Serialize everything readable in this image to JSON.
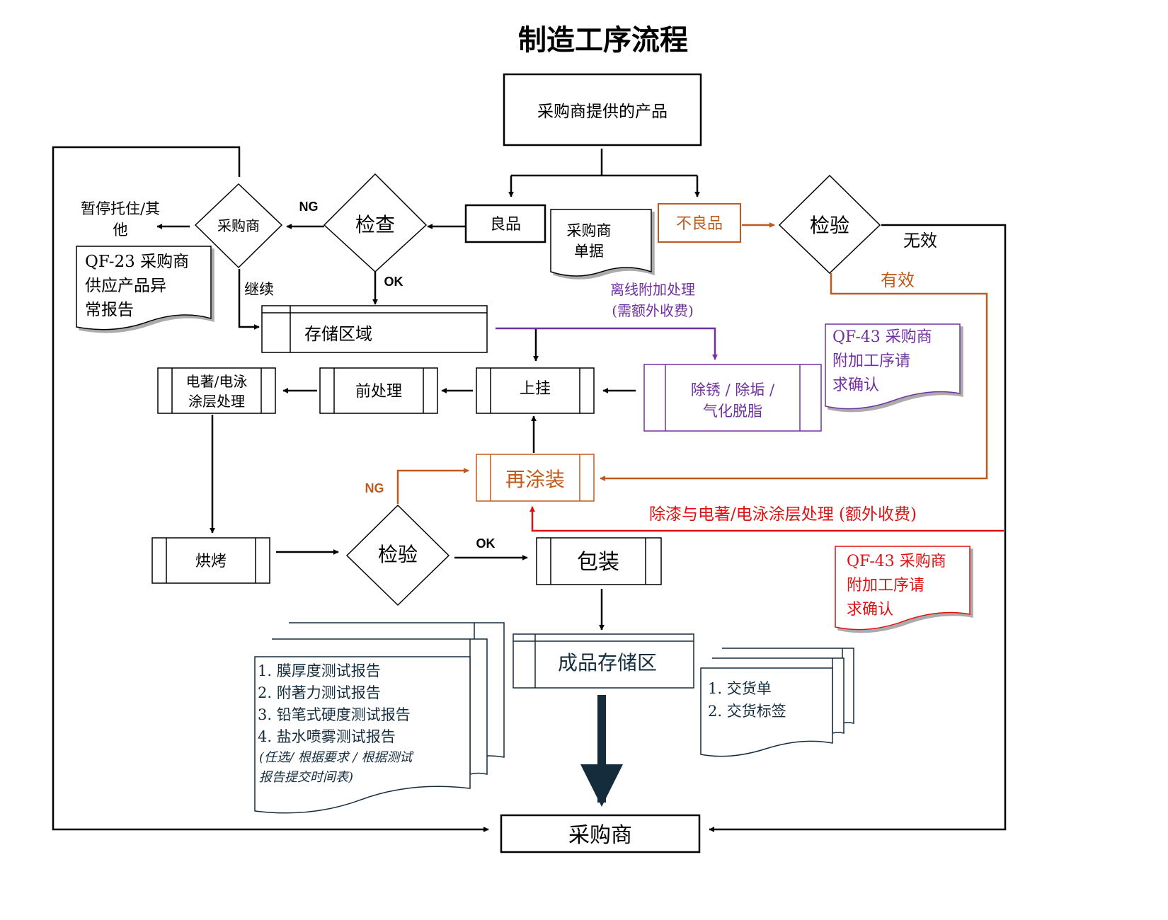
{
  "title": "制造工序流程",
  "colors": {
    "black": "#000000",
    "orange": "#c05a1c",
    "purple": "#7030a0",
    "red": "#e01010",
    "navy": "#152c3c"
  },
  "nodes": {
    "buyer_product": "采购商提供的产品",
    "good": "良品",
    "buyer_doc_1": "采购商",
    "buyer_doc_2": "单据",
    "defective": "不良品",
    "inspect_top": "检验",
    "invalid": "无效",
    "valid": "有效",
    "check": "检查",
    "buyer_decision": "采购商",
    "suspend_1": "暂停托住/其",
    "suspend_2": "他",
    "continue": "继续",
    "storage": "存储区域",
    "hang": "上挂",
    "pretreat": "前处理",
    "ed_coating_1": "电著/电泳",
    "ed_coating_2": "涂层处理",
    "derust_1": "除锈 / 除垢 /",
    "derust_2": "气化脱脂",
    "recoat": "再涂装",
    "bake": "烘烤",
    "inspect_bottom": "检验",
    "pack": "包装",
    "finished_storage": "成品存储区",
    "buyer_final": "采购商"
  },
  "labels": {
    "ng_top": "NG",
    "ok_top": "OK",
    "ng_bottom": "NG",
    "ok_bottom": "OK",
    "offline_1": "离线附加处理",
    "offline_2": "(需额外收费)",
    "paint_removal": "除漆与电著/电泳涂层处理 (额外收费)"
  },
  "documents": {
    "qf23": [
      "QF-23 采购商",
      "供应产品异",
      "常报告"
    ],
    "qf43_purple": [
      "QF-43 采购商",
      "附加工序请",
      "求确认"
    ],
    "qf43_red": [
      "QF-43 采购商",
      "附加工序请",
      "求确认"
    ],
    "reports": [
      "1.  膜厚度测试报告",
      "2.  附著力测试报告",
      "3.  铅笔式硬度测试报告",
      "4.  盐水喷雾测试报告"
    ],
    "reports_note": [
      "(任选/ 根据要求  / 根据测试",
      "报告提交时间表)"
    ],
    "delivery": [
      "1.  交货单",
      "2.  交货标签"
    ]
  }
}
